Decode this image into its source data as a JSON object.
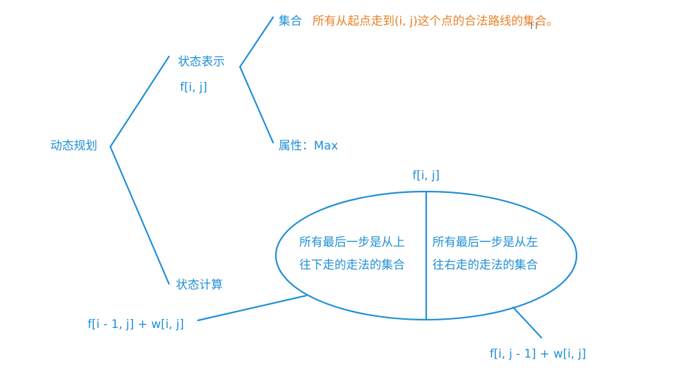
{
  "diagram": {
    "root": "动态规划",
    "branch_repr": {
      "label": "状态表示",
      "sub": "f[i, j]",
      "set_label": "集合",
      "set_desc": "所有从起点走到(i, j)这个点的合法路线的集合。",
      "attr": "属性：Max"
    },
    "branch_calc": {
      "label": "状态计算",
      "ellipse_title": "f[i, j]",
      "left_line1": "所有最后一步是从上",
      "left_line2": "往下走的走法的集合",
      "right_line1": "所有最后一步是从左",
      "right_line2": "往右走的走法的集合",
      "left_formula": "f[i - 1, j] + w[i, j]",
      "right_formula": "f[i, j - 1] + w[i, j]"
    }
  },
  "colors": {
    "line": "#1f8fd6",
    "text": "#1f8fd6",
    "highlight": "#e8822a"
  }
}
